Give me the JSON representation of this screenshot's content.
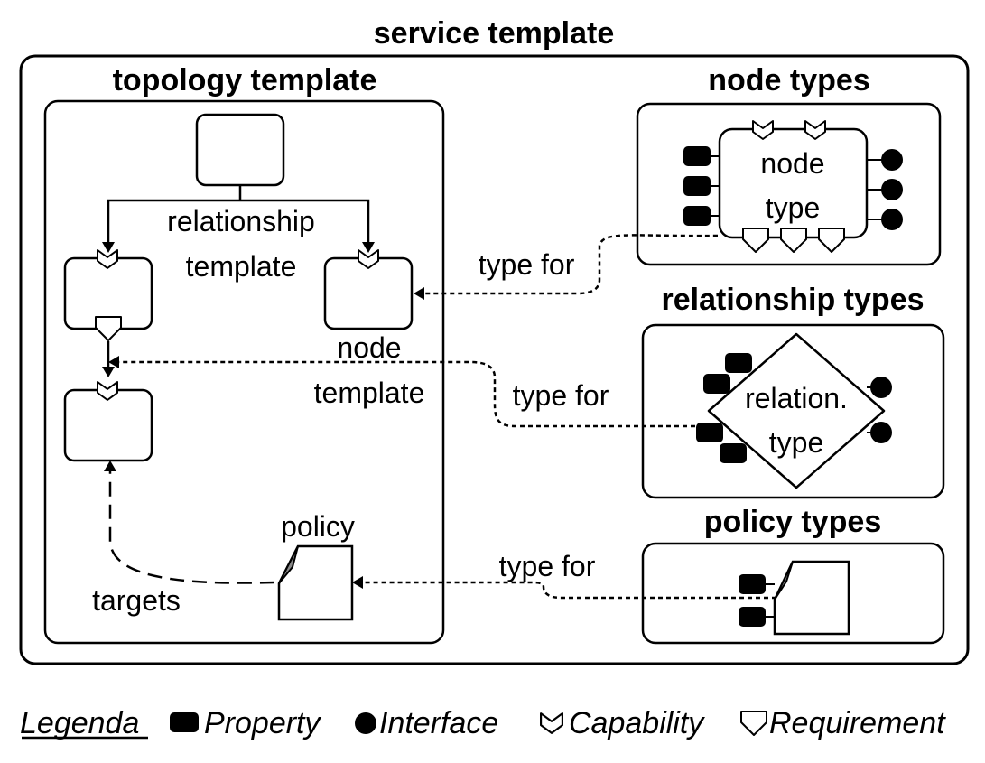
{
  "titles": {
    "service_template": "service template",
    "topology_template": "topology template",
    "node_types": "node types",
    "relationship_types": "relationship types",
    "policy_types": "policy types"
  },
  "labels": {
    "relationship_template": [
      "relationship",
      "template"
    ],
    "node_template": [
      "node",
      "template"
    ],
    "node_type": [
      "node",
      "type"
    ],
    "relation_type": [
      "relation.",
      "type"
    ],
    "policy": "policy",
    "targets": "targets",
    "type_for_node": "type for",
    "type_for_relationship": "type for",
    "type_for_policy": "type for"
  },
  "legend": {
    "title": "Legenda",
    "property": "Property",
    "interface": "Interface",
    "capability": "Capability",
    "requirement": "Requirement"
  },
  "icons": {
    "property": "filled-rounded-square",
    "interface": "filled-circle",
    "capability": "notched-capability",
    "requirement": "pentagon-requirement"
  }
}
